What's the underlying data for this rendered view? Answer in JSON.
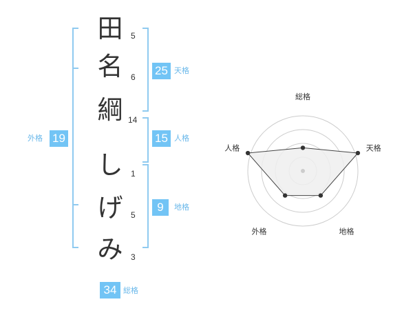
{
  "name": {
    "characters": [
      {
        "char": "田",
        "strokes": "5"
      },
      {
        "char": "名",
        "strokes": "6"
      },
      {
        "char": "綱",
        "strokes": "14"
      },
      {
        "char": "し",
        "strokes": "1"
      },
      {
        "char": "げ",
        "strokes": "5"
      },
      {
        "char": "み",
        "strokes": "3"
      }
    ]
  },
  "fortunes": {
    "tenkaku": {
      "value": "25",
      "label": "天格"
    },
    "jinkaku": {
      "value": "15",
      "label": "人格"
    },
    "chikaku": {
      "value": "9",
      "label": "地格"
    },
    "gaikaku": {
      "value": "19",
      "label": "外格"
    },
    "soukaku": {
      "value": "34",
      "label": "総格"
    }
  },
  "radar": {
    "axes": [
      "総格",
      "天格",
      "地格",
      "外格",
      "人格"
    ],
    "values": [
      0.42,
      1.05,
      0.55,
      0.55,
      1.05
    ],
    "fill_color": "#eeeeee",
    "line_color": "#444444",
    "ring_color": "#cccccc"
  },
  "colors": {
    "accent": "#72c4f5",
    "bracket": "#8fcaf0",
    "label": "#6ab8ea"
  }
}
